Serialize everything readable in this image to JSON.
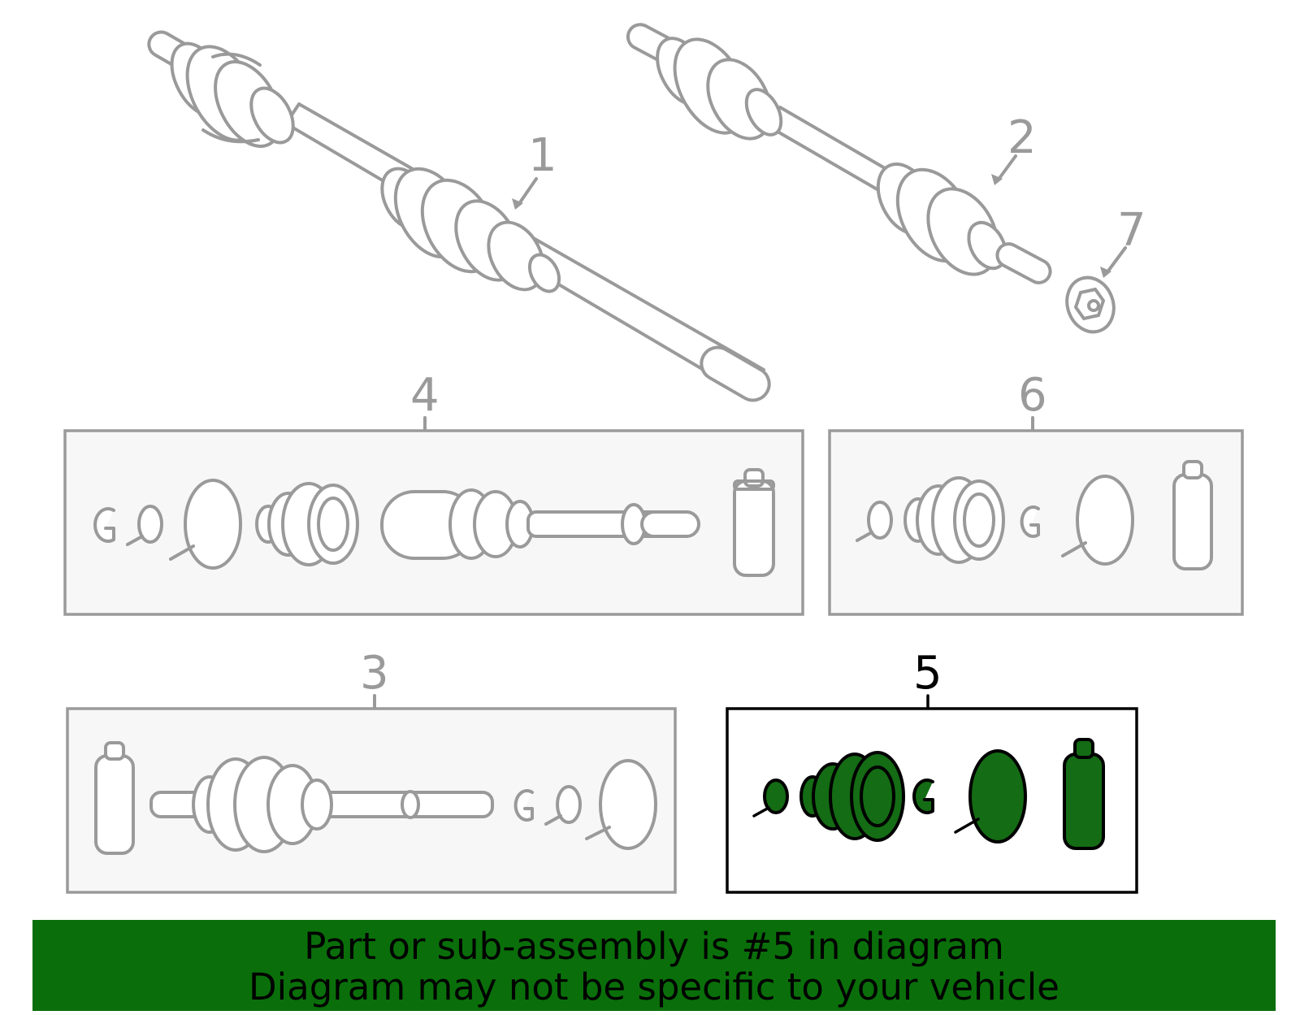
{
  "callouts": {
    "c1": "1",
    "c2": "2",
    "c3": "3",
    "c4": "4",
    "c5": "5",
    "c6": "6",
    "c7": "7"
  },
  "highlight": {
    "part_number": "5",
    "fill_color": "#146c14",
    "outline_color": "#000000"
  },
  "colors": {
    "line_gray": "#9a9a9a",
    "box_fill": "#f7f7f7",
    "banner_bg": "#0a6f0a"
  },
  "banner": {
    "line1": "Part or sub-assembly is #5 in diagram",
    "line2": "Diagram may not be specific to your vehicle"
  }
}
